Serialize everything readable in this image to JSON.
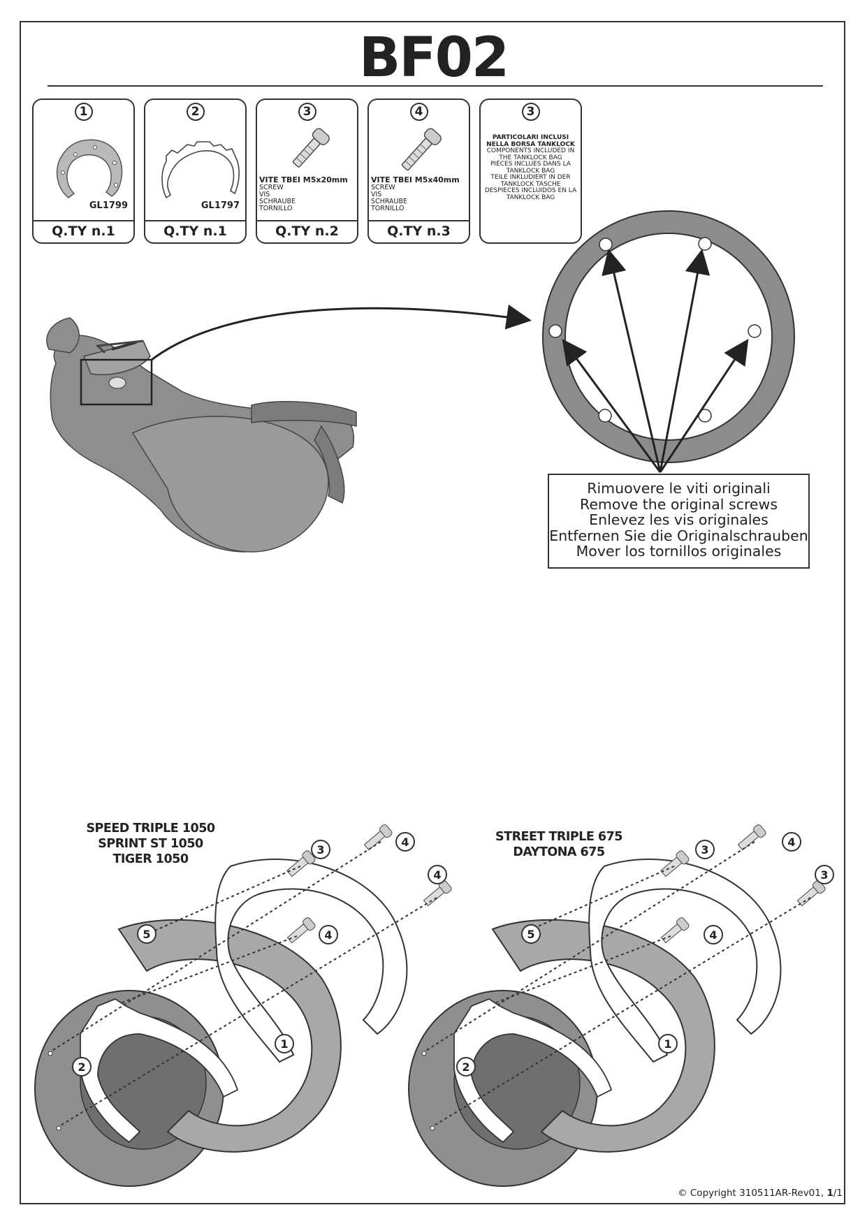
{
  "title": "BF02",
  "parts": [
    {
      "number": "1",
      "code": "GL1799",
      "qty": "Q.TY n.1"
    },
    {
      "number": "2",
      "code": "GL1797",
      "qty": "Q.TY n.1"
    },
    {
      "number": "3",
      "desc_main": "VITE TBEI M5x20mm",
      "desc_lines": [
        "SCREW",
        "VIS",
        "SCHRAUBE",
        "TORNILLO"
      ],
      "qty": "Q.TY n.2"
    },
    {
      "number": "4",
      "desc_main": "VITE TBEI M5x40mm",
      "desc_lines": [
        "SCREW",
        "VIS",
        "SCHRAUBE",
        "TORNILLO"
      ],
      "qty": "Q.TY n.3"
    },
    {
      "number": "3",
      "included": {
        "heading1": "PARTICOLARI INCLUSI",
        "heading2": "NELLA BORSA TANKLOCK",
        "en1": "COMPONENTS INCLUDED IN",
        "en2": "THE TANKLOCK BAG",
        "fr1": "PIÈCES INCLUES DANS LA",
        "fr2": "TANKLOCK BAG",
        "de1": "TEILE INKLUDIERT IN DER",
        "de2": "TANKLOCK TASCHE",
        "es1": "DESPIECES INCLUIDOS EN LA",
        "es2": "TANKLOCK BAG"
      }
    }
  ],
  "remove_instructions": [
    "Rimuovere le viti originali",
    "Remove the original screws",
    "Enlevez  les vis originales",
    "Entfernen Sie die Originalschrauben",
    "Mover los tornillos originales"
  ],
  "models_left": [
    "SPEED TRIPLE 1050",
    "SPRINT ST 1050",
    "TIGER 1050"
  ],
  "models_right": [
    "STREET TRIPLE 675",
    "DAYTONA 675"
  ],
  "callouts": {
    "n1": "1",
    "n2": "2",
    "n3": "3",
    "n4": "4",
    "n5": "5"
  },
  "copyright": {
    "text": "© Copyright 310511AR-Rev01, ",
    "page": "1",
    "total": "/1"
  }
}
